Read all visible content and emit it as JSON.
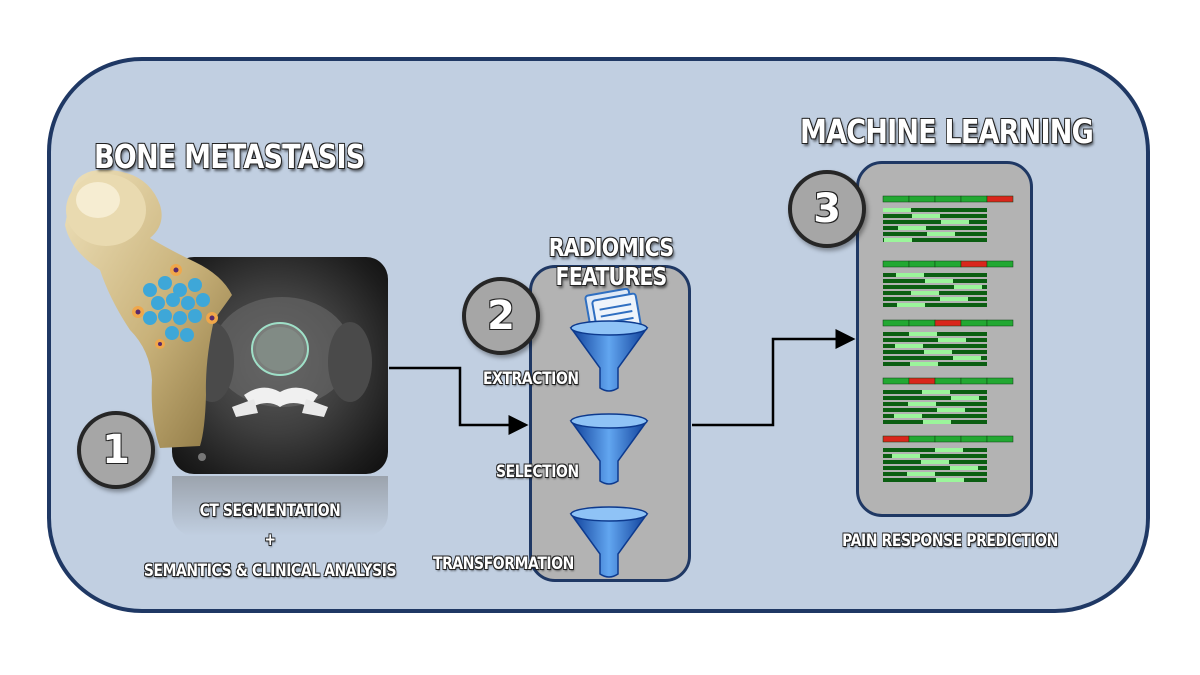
{
  "title_bone": "BONE METASTASIS",
  "title_radiomics": "RADIOMICS\nFEATURES",
  "title_ml": "MACHINE LEARNING",
  "steps": [
    "1",
    "2",
    "3"
  ],
  "caption_ct": [
    "CT SEGMENTATION",
    "+",
    "SEMANTICS & CLINICAL ANALYSIS"
  ],
  "funnel_labels": [
    "EXTRACTION",
    "SELECTION",
    "TRANSFORMATION"
  ],
  "caption_ml": "PAIN RESPONSE PREDICTION",
  "colors": {
    "panel_fill": "#c1cfe1",
    "panel_border": "#1f3864",
    "inner_panel": "#b3b3b3",
    "funnel": "#2f74d0",
    "bar_green": "#22a832",
    "bar_dark": "#0b5e12",
    "bar_light": "#9bf59b",
    "bar_red": "#d9261c"
  },
  "icons": [
    "femur-bone-image",
    "ct-scan-image",
    "document-icon",
    "funnel-icon",
    "arrow-connector"
  ]
}
